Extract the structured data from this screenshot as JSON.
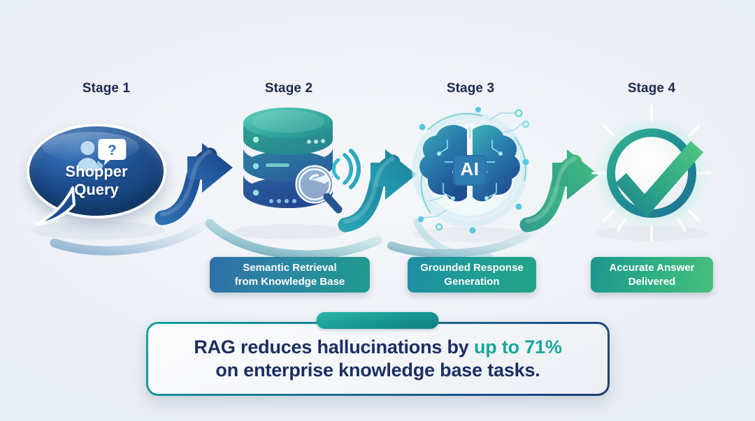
{
  "theme": {
    "background": "#eef1f6",
    "navy": "#1b2a50",
    "accent_teal": "#18a79c",
    "stage1_blue": "#1d4e8f",
    "stage4_green": "#46c07b"
  },
  "stages": [
    {
      "label": "Stage 1",
      "icon": "shopper-query-speech-bubble-icon",
      "bubble_line1": "Shopper",
      "bubble_line2": "Query",
      "chip": null
    },
    {
      "label": "Stage 2",
      "icon": "database-search-icon",
      "chip": {
        "line1": "Semantic Retrieval",
        "line2": "from Knowledge Base"
      }
    },
    {
      "label": "Stage 3",
      "icon": "ai-brain-circuit-icon",
      "icon_text": "AI",
      "chip": {
        "line1": "Grounded Response",
        "line2": "Generation"
      }
    },
    {
      "label": "Stage 4",
      "icon": "check-circle-icon",
      "chip": {
        "line1": "Accurate Answer",
        "line2": "Delivered"
      }
    }
  ],
  "connectors": [
    {
      "name": "arrow-stage1-to-stage2",
      "color": "#1f4f8c"
    },
    {
      "name": "arrow-stage2-to-stage3",
      "color": "#1b8fa4"
    },
    {
      "name": "arrow-stage3-to-stage4",
      "color": "#35ae83"
    }
  ],
  "banner": {
    "text_part1": "RAG reduces hallucinations by ",
    "text_accent": "up to 71%",
    "text_part2": "on enterprise knowledge base tasks."
  }
}
